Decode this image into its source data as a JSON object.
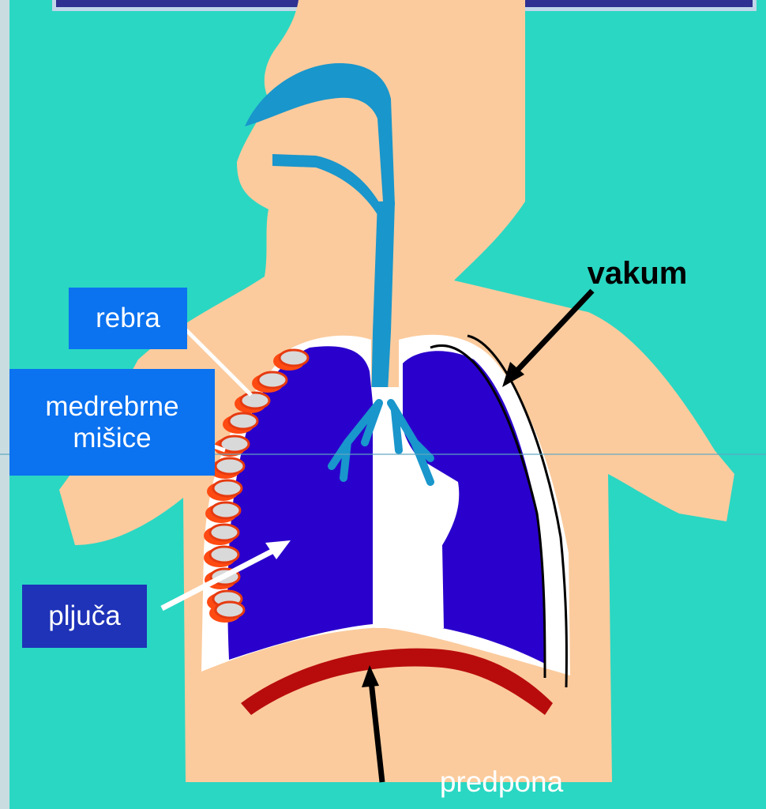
{
  "labels": {
    "rebra": "rebra",
    "medrebrne_line1": "medrebrne",
    "medrebrne_line2": "mišice",
    "pljuca": "pljuča",
    "vakum": "vakum",
    "predpona": "predpona"
  },
  "colors": {
    "background": "#2AD7C3",
    "skin": "#FBCB9D",
    "airway": "#1996CC",
    "lung": "#2A00CC",
    "diaphragm": "#B80C0C",
    "intercostal": "#FF4A12",
    "rib": "#D9D9D9",
    "label_box_light": "#0B72F0",
    "label_box_dark": "#1E33B8"
  }
}
